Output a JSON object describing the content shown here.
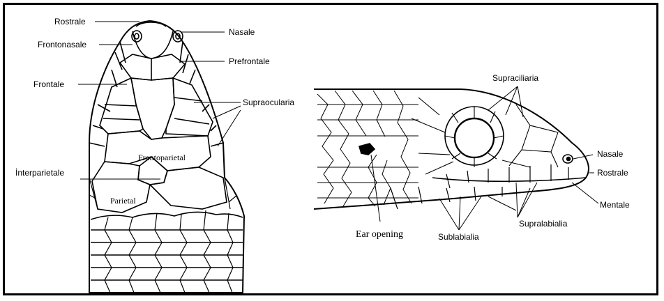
{
  "diagram": {
    "left_labels": {
      "rostrale": "Rostrale",
      "frontonasale": "Frontonasale",
      "nasale": "Nasale",
      "prefrontale": "Prefrontale",
      "frontale": "Frontale",
      "supraocularia": "Supraocularia",
      "frontoparietal": "Frontoparietal",
      "interparietale": "İnterparietale",
      "parietal": "Parietal"
    },
    "right_labels": {
      "supraciliaria": "Supraciliaria",
      "nasale": "Nasale",
      "rostrale": "Rostrale",
      "mentale": "Mentale",
      "supralabialia": "Supralabialia",
      "sublabialia": "Sublabialia",
      "ear_opening": "Ear opening"
    },
    "colors": {
      "ink": "#000000",
      "background": "#ffffff",
      "frame": "#000000"
    }
  }
}
